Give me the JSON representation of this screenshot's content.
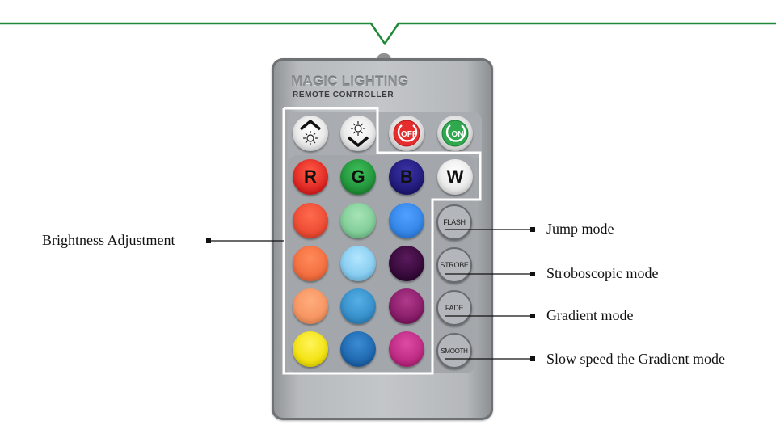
{
  "remote": {
    "brand_line1": "MAGIC LIGHTING",
    "brand_line2": "REMOTE CONTROLLER",
    "buttons": {
      "off": "OFF",
      "on": "ON",
      "r": "R",
      "g": "G",
      "b": "B",
      "w": "W",
      "flash": "FLASH",
      "strobe": "STROBE",
      "fade": "FADE",
      "smooth": "SMOOTH"
    }
  },
  "annotations": {
    "brightness": "Brightness Adjustment",
    "jump": "Jump mode",
    "strobe": "Stroboscopic mode",
    "gradient": "Gradient mode",
    "slow": "Slow speed the Gradient mode"
  },
  "colors": {
    "accent_line": "#1e8a3a",
    "callout_box": "#ffffff",
    "body": "#b9bcbf",
    "swatches": [
      "#e8452e",
      "#8fd3a0",
      "#2e7fe0",
      "#f0683a",
      "#8fd0f0",
      "#3a0a3c",
      "#f4905c",
      "#3592cf",
      "#8a1b6a",
      "#f5e60a",
      "#1f6fb5",
      "#c22c86"
    ]
  }
}
